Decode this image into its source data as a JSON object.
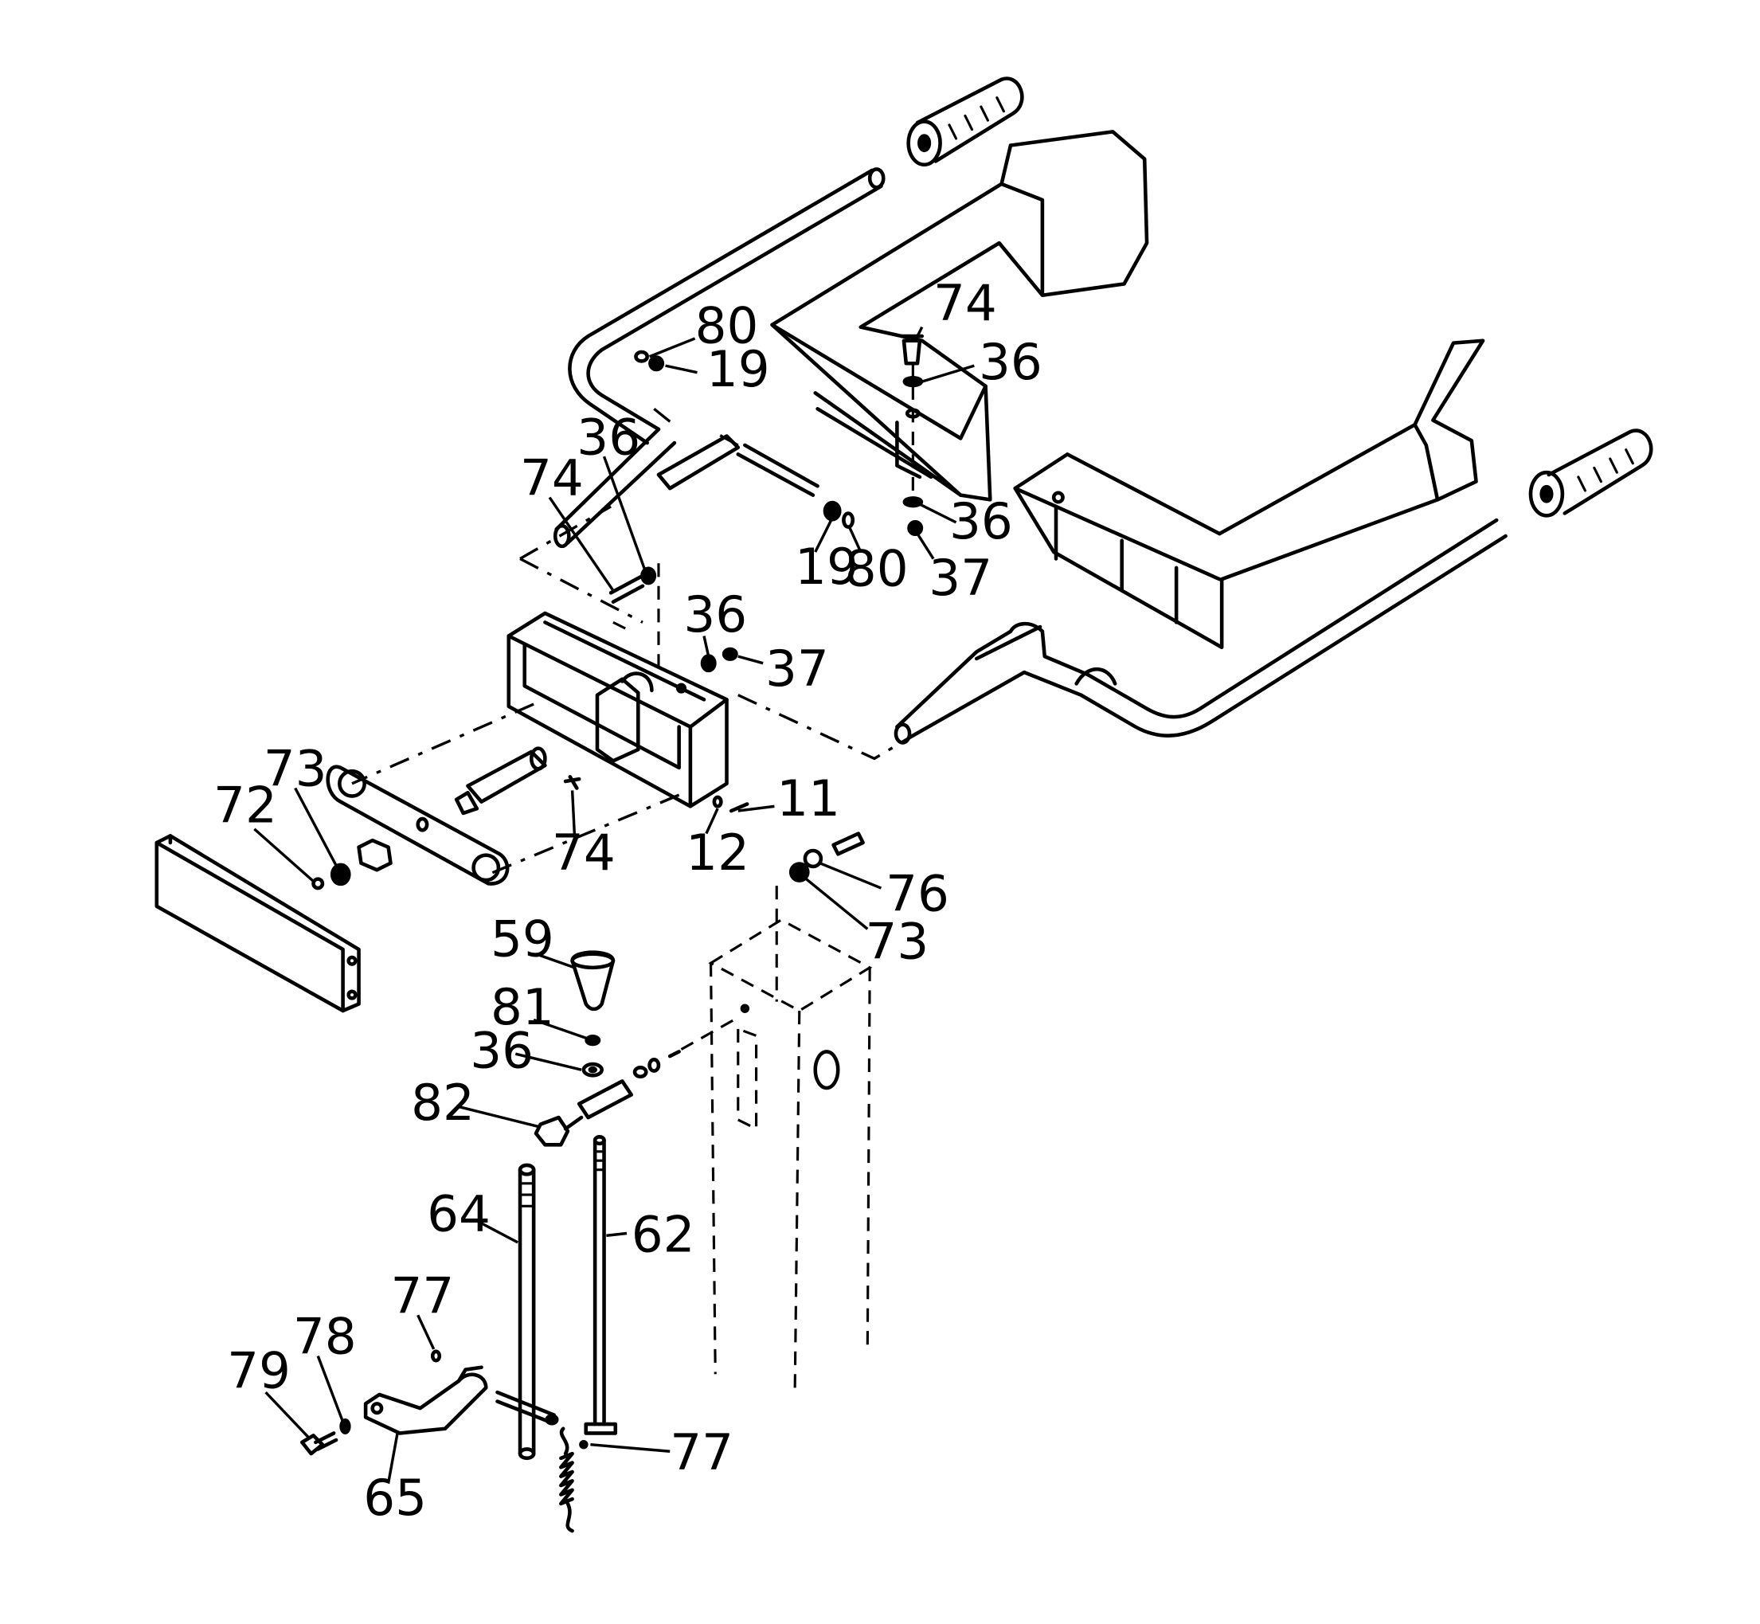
{
  "callouts": {
    "c80a": "80",
    "c19a": "19",
    "c74a": "74",
    "c36a": "36",
    "c74b": "74",
    "c36b": "36",
    "c19b": "19",
    "c80b": "80",
    "c36c": "36",
    "c37a": "37",
    "c36d": "36",
    "c37b": "37",
    "c11": "11",
    "c12": "12",
    "c74c": "74",
    "c73a": "73",
    "c72": "72",
    "c76": "76",
    "c73b": "73",
    "c59": "59",
    "c81": "81",
    "c36e": "36",
    "c82": "82",
    "c64": "64",
    "c62": "62",
    "c77a": "77",
    "c78": "78",
    "c79": "79",
    "c65": "65",
    "c77b": "77"
  }
}
